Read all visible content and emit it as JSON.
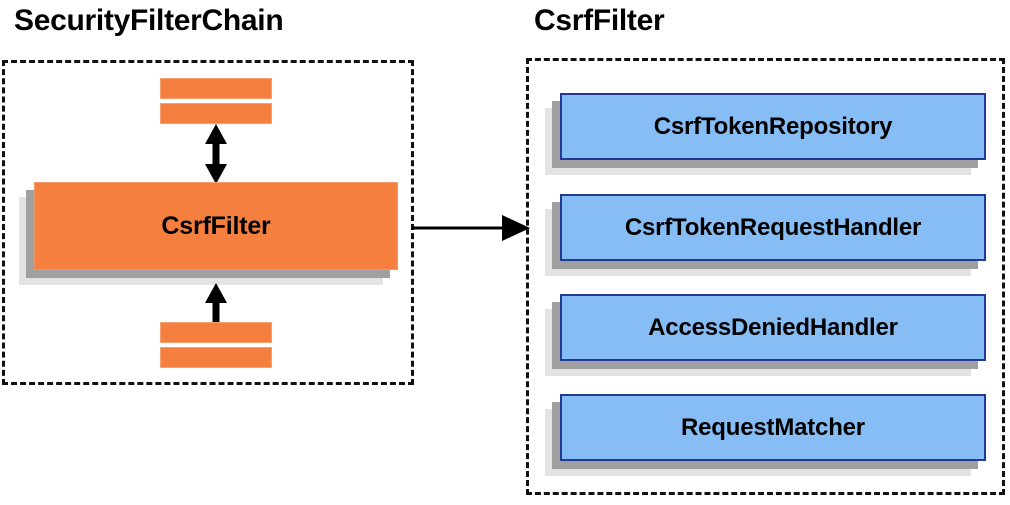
{
  "diagram": {
    "title_left": "SecurityFilterChain",
    "title_right": "CsrfFilter",
    "colors": {
      "node_orange_fill": "#f57f3f",
      "node_orange_border": "#f09a6a",
      "node_blue_fill": "#87bdf5",
      "node_blue_border": "#203a96",
      "shadow_inner": "#a0a0a0",
      "shadow_outer": "#e3e3e3",
      "dashed_border": "#111111",
      "arrow": "#000000",
      "background": "#ffffff",
      "text": "#000000"
    }
  },
  "security_filter_chain": {
    "group_label": "SecurityFilterChain",
    "main_filter_label": "CsrfFilter",
    "peer_bars": [
      {
        "name": "upper-bar-1"
      },
      {
        "name": "upper-bar-2"
      },
      {
        "name": "lower-bar-1"
      },
      {
        "name": "lower-bar-2"
      }
    ],
    "connectors": [
      {
        "name": "upper-double-arrow",
        "direction": "vertical-bidirectional"
      },
      {
        "name": "lower-double-arrow",
        "direction": "vertical-bidirectional"
      }
    ]
  },
  "csrf_filter": {
    "group_label": "CsrfFilter",
    "collaborators": [
      {
        "label": "CsrfTokenRepository"
      },
      {
        "label": "CsrfTokenRequestHandler"
      },
      {
        "label": "AccessDeniedHandler"
      },
      {
        "label": "RequestMatcher"
      }
    ]
  },
  "link": {
    "name": "chain-to-csrffilter-arrow",
    "direction": "left-to-right"
  }
}
